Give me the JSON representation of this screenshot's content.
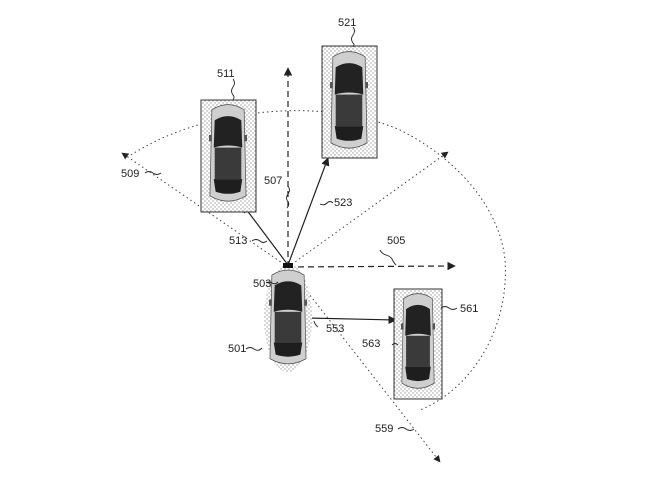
{
  "colors": {
    "ink": "#222222",
    "car_dark": "#2b2b2b",
    "car_light": "#d8d8d8",
    "box_fill": "#e6e6e6"
  },
  "labels": {
    "ego_vehicle": "501",
    "sensor": "503",
    "heading_lateral": "505",
    "heading_forward": "507",
    "fov_left_boundary": "509",
    "vehicle_front_left": "511",
    "vector_front_left": "513",
    "vehicle_front": "521",
    "vector_front": "523",
    "vector_right_near": "553",
    "fov_right_boundary": "559",
    "vehicle_right": "561",
    "vector_right": "563"
  }
}
